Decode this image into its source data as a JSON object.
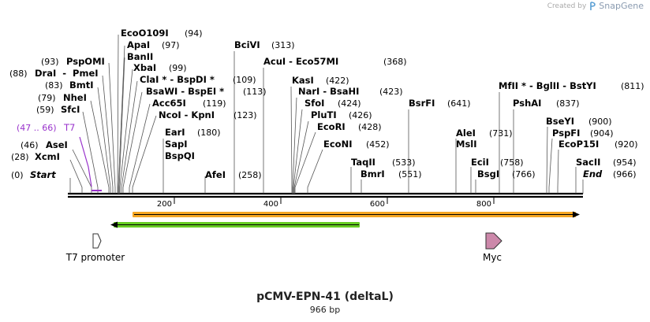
{
  "credit": {
    "prefix": "Created by",
    "brand": "SnapGene",
    "logo_icon": "snapgene-logo-icon"
  },
  "title": "pCMV-EPN-41 (deltaL)",
  "length_label": "966 bp",
  "sequence_length": 966,
  "ruler_ticks": [
    "200",
    "400",
    "600",
    "800"
  ],
  "ends": {
    "start": {
      "label": "Start",
      "pos": "(0)"
    },
    "end": {
      "label": "End",
      "pos": "(966)"
    }
  },
  "primer": {
    "label": "T7",
    "range": "(47 .. 66)",
    "color": "#9933cc"
  },
  "left_sites": [
    {
      "name": "XcmI",
      "pos": "(28)"
    },
    {
      "name": "AseI",
      "pos": "(46)"
    },
    {
      "name": "SfcI",
      "pos": "(59)"
    },
    {
      "name": "NheI",
      "pos": "(79)"
    },
    {
      "name": "BmtI",
      "pos": "(83)"
    },
    {
      "name": "DraI  -  PmeI",
      "pos": "(88)"
    },
    {
      "name": "PspOMI",
      "pos": "(93)"
    }
  ],
  "right_sites": [
    {
      "name": "EcoO109I",
      "pos": "(94)"
    },
    {
      "name": "ApaI",
      "pos": "(97)"
    },
    {
      "name": "BanII",
      "pos": ""
    },
    {
      "name": "XbaI",
      "pos": "(99)"
    },
    {
      "name": "ClaI *  -  BspDI *",
      "pos": "(109)"
    },
    {
      "name": "BsaWI  -  BspEI *",
      "pos": "(113)"
    },
    {
      "name": "Acc65I",
      "pos": "(119)"
    },
    {
      "name": "NcoI  -  KpnI",
      "pos": "(123)"
    },
    {
      "name": "EarI",
      "pos": "(180)"
    },
    {
      "name": "SapI",
      "pos": ""
    },
    {
      "name": "BspQI",
      "pos": ""
    },
    {
      "name": "AfeI",
      "pos": "(258)"
    },
    {
      "name": "BciVI",
      "pos": "(313)"
    },
    {
      "name": "AcuI  -  Eco57MI",
      "pos": "(368)"
    },
    {
      "name": "KasI",
      "pos": "(422)"
    },
    {
      "name": "NarI  -  BsaHI",
      "pos": "(423)"
    },
    {
      "name": "SfoI",
      "pos": "(424)"
    },
    {
      "name": "PluTI",
      "pos": "(426)"
    },
    {
      "name": "EcoRI",
      "pos": "(428)"
    },
    {
      "name": "EcoNI",
      "pos": "(452)"
    },
    {
      "name": "TaqII",
      "pos": "(533)"
    },
    {
      "name": "BmrI",
      "pos": "(551)"
    },
    {
      "name": "BsrFI",
      "pos": "(641)"
    },
    {
      "name": "AleI",
      "pos": "(731)"
    },
    {
      "name": "MslI",
      "pos": ""
    },
    {
      "name": "EciI",
      "pos": "(758)"
    },
    {
      "name": "BsgI",
      "pos": "(766)"
    },
    {
      "name": "MfII *  -  BglII  -  BstYI",
      "pos": "(811)"
    },
    {
      "name": "PshAI",
      "pos": "(837)"
    },
    {
      "name": "BseYI",
      "pos": "(900)"
    },
    {
      "name": "PspFI",
      "pos": "(904)"
    },
    {
      "name": "EcoP15I",
      "pos": "(920)"
    },
    {
      "name": "SacII",
      "pos": "(954)"
    }
  ],
  "features": [
    {
      "name": "T7 promoter",
      "direction": "forward",
      "color": "#ffffff"
    },
    {
      "name": "Myc",
      "direction": "forward",
      "color": "#cc88aa"
    }
  ],
  "orf_colors": {
    "orange": "#f5a623",
    "green": "#66cc22"
  }
}
